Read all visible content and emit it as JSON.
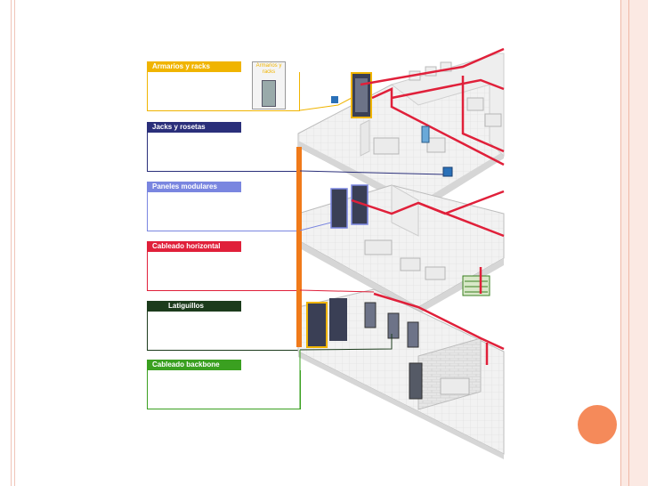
{
  "legend": {
    "racks": {
      "label": "Armarios y racks",
      "color": "#f0b400",
      "thumb_label": "Armarios y racks"
    },
    "jacks": {
      "label": "Jacks y rosetas",
      "color": "#2a2f7a"
    },
    "panels": {
      "label": "Paneles modulares",
      "color": "#7a86e0"
    },
    "horizontal": {
      "label": "Cableado horizontal",
      "color": "#e0203a"
    },
    "patch": {
      "label": "Latiguillos",
      "color": "#1c3b1c"
    },
    "backbone": {
      "label": "Cableado backbone",
      "color": "#3aa020"
    }
  },
  "colors": {
    "frame_accent": "#f58a5a",
    "backbone_riser": "#f07a1a",
    "horizontal_cable": "#e0203a"
  }
}
